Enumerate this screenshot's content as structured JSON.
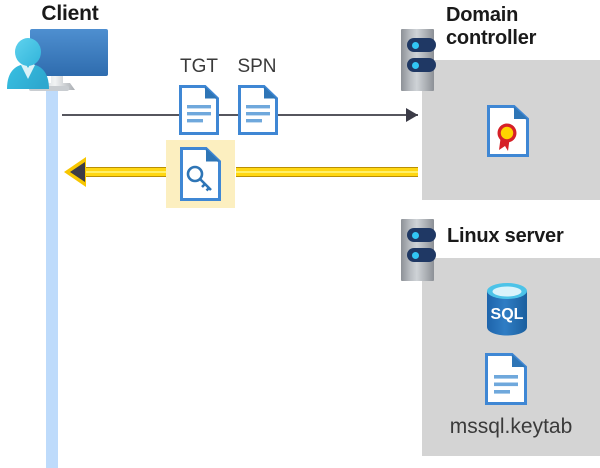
{
  "diagram": {
    "title_client": "Client",
    "title_domain_controller": "Domain\ncontroller",
    "title_domain_controller_line1": "Domain",
    "title_domain_controller_line2": "controller",
    "title_linux_server": "Linux server",
    "label_tgt": "TGT",
    "label_spn": "SPN",
    "label_keytab": "mssql.keytab",
    "label_sql": "SQL",
    "icons": {
      "client_user": "user-icon",
      "client_monitor": "monitor-icon",
      "server_chassis_dc": "server-icon",
      "server_chassis_linux": "server-icon",
      "tgt_document": "document-icon",
      "spn_document": "document-icon",
      "ticket_key_document": "key-document-icon",
      "certificate": "certificate-document-icon",
      "sql_database": "sql-database-icon",
      "keytab_document": "document-icon",
      "request_arrow": "arrow-right-icon",
      "response_arrow": "arrow-left-icon"
    },
    "colors": {
      "lifeline": "#bedbfb",
      "panel": "#d4d4d4",
      "highlight": "#fcefc0",
      "yellow_arrow": "#ffd712",
      "arrow_head": "#3b3b47",
      "grey_line": "#56565e",
      "doc_blue": "#3f87d4",
      "doc_fold": "#2e75b6",
      "doc_line": "#6fa8dc",
      "server_navy": "#1f3864",
      "server_led": "#32c5f4",
      "cert_red": "#d62027",
      "cert_gold": "#ffd400",
      "sql_blue": "#2a74bb",
      "sql_top": "#4cc3e8",
      "person_cyan": "#3bbfe0",
      "monitor_blue": "#3f7fc1",
      "text": "#1a1a1a"
    }
  }
}
